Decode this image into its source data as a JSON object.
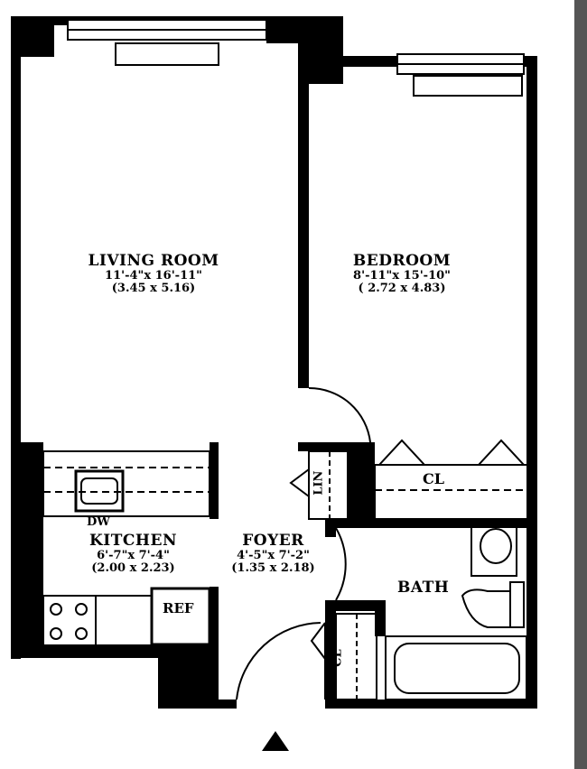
{
  "rooms": {
    "living": {
      "name": "LIVING ROOM",
      "imperial": "11'-4\"x 16'-11\"",
      "metric": "(3.45 x 5.16)"
    },
    "bedroom": {
      "name": "BEDROOM",
      "imperial": "8'-11\"x 15'-10\"",
      "metric": "( 2.72 x 4.83)"
    },
    "kitchen": {
      "name": "KITCHEN",
      "imperial": "6'-7\"x 7'-4\"",
      "metric": "(2.00 x 2.23)"
    },
    "foyer": {
      "name": "FOYER",
      "imperial": "4'-5\"x 7'-2\"",
      "metric": "(1.35 x 2.18)"
    },
    "bath": {
      "name": "BATH"
    }
  },
  "fixtures": {
    "dw": "DW",
    "ref": "REF",
    "closet_bedroom": "CL",
    "closet_foyer": "CL",
    "linen": "LIN"
  },
  "colors": {
    "wall": "#000000",
    "background": "#ffffff"
  }
}
